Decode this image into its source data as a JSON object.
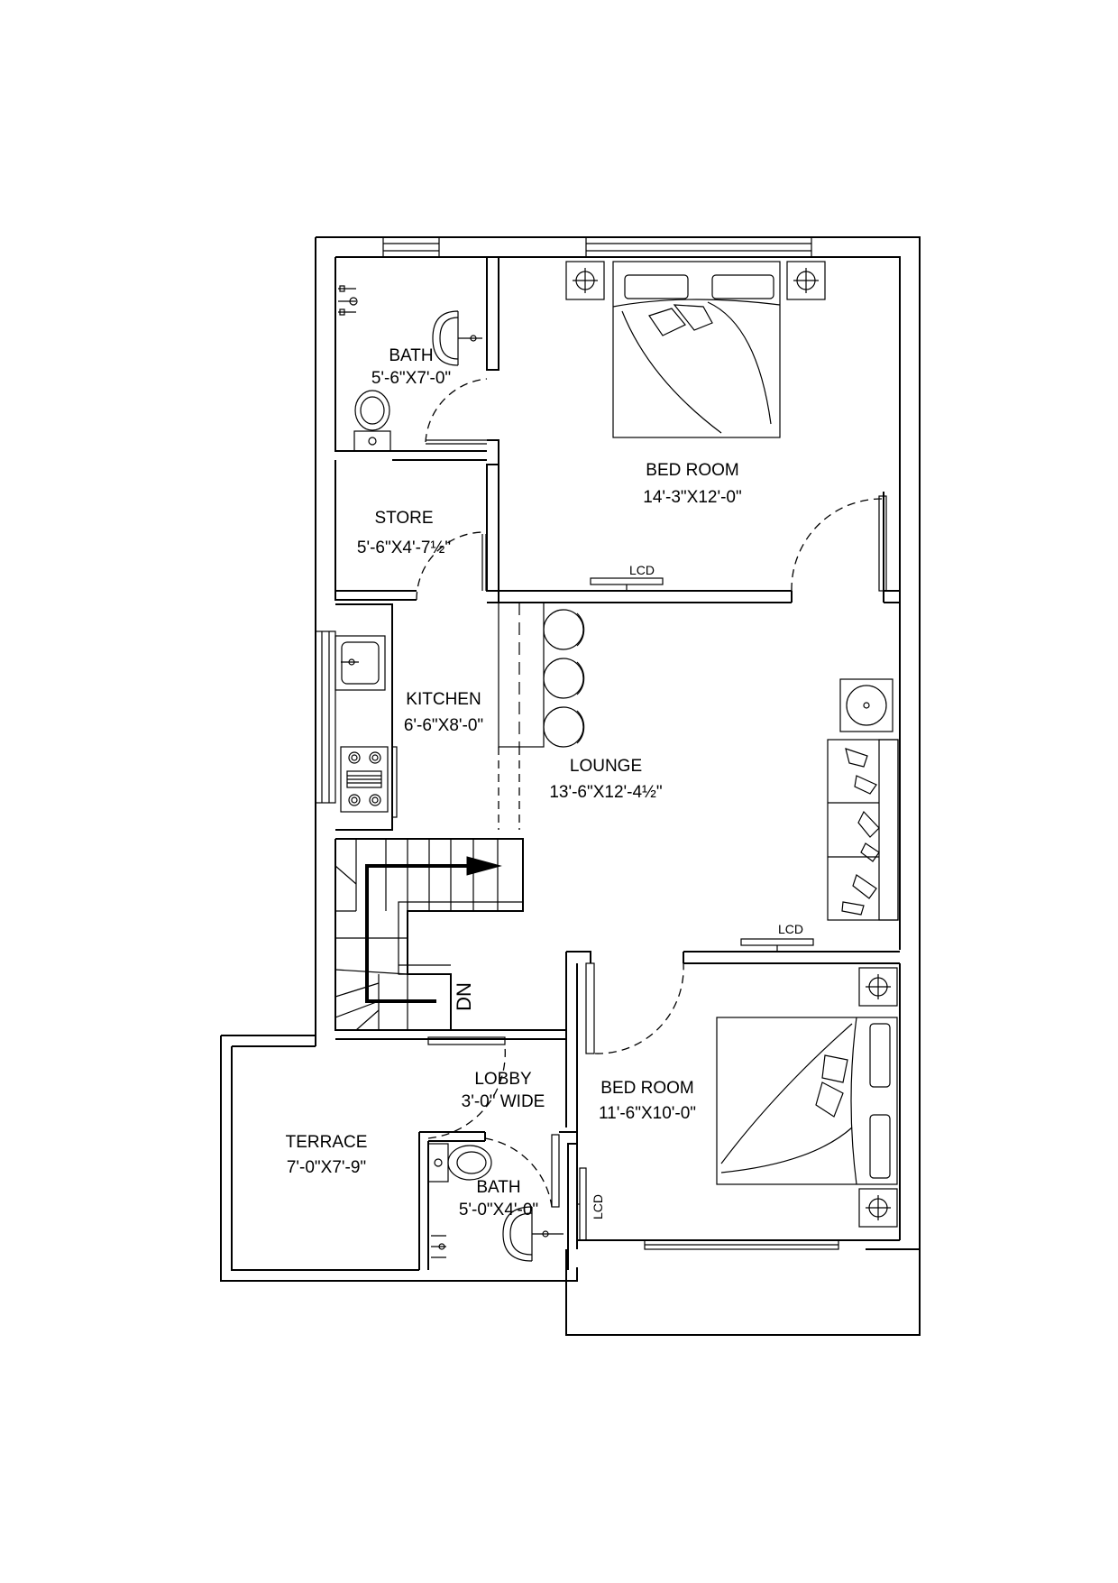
{
  "rooms": {
    "bath_top": {
      "name": "BATH",
      "size": "5'-6\"X7'-0\""
    },
    "bedroom_top": {
      "name": "BED ROOM",
      "size": "14'-3\"X12'-0\""
    },
    "store": {
      "name": "STORE",
      "size": "5'-6\"X4'-7½\""
    },
    "kitchen": {
      "name": "KITCHEN",
      "size": "6'-6\"X8'-0\""
    },
    "lounge": {
      "name": "LOUNGE",
      "size": "13'-6\"X12'-4½\""
    },
    "lobby": {
      "name": "LOBBY",
      "size": "3'-0\" WIDE"
    },
    "bedroom_bottom": {
      "name": "BED ROOM",
      "size": "11'-6\"X10'-0\""
    },
    "terrace": {
      "name": "TERRACE",
      "size": "7'-0\"X7'-9\""
    },
    "bath_bottom": {
      "name": "BATH",
      "size": "5'-0\"X4'-0\""
    }
  },
  "tv_labels": {
    "bedroom_top": "LCD",
    "lounge": "LCD",
    "bedroom_bottom": "LCD"
  },
  "stair_label": "DN"
}
